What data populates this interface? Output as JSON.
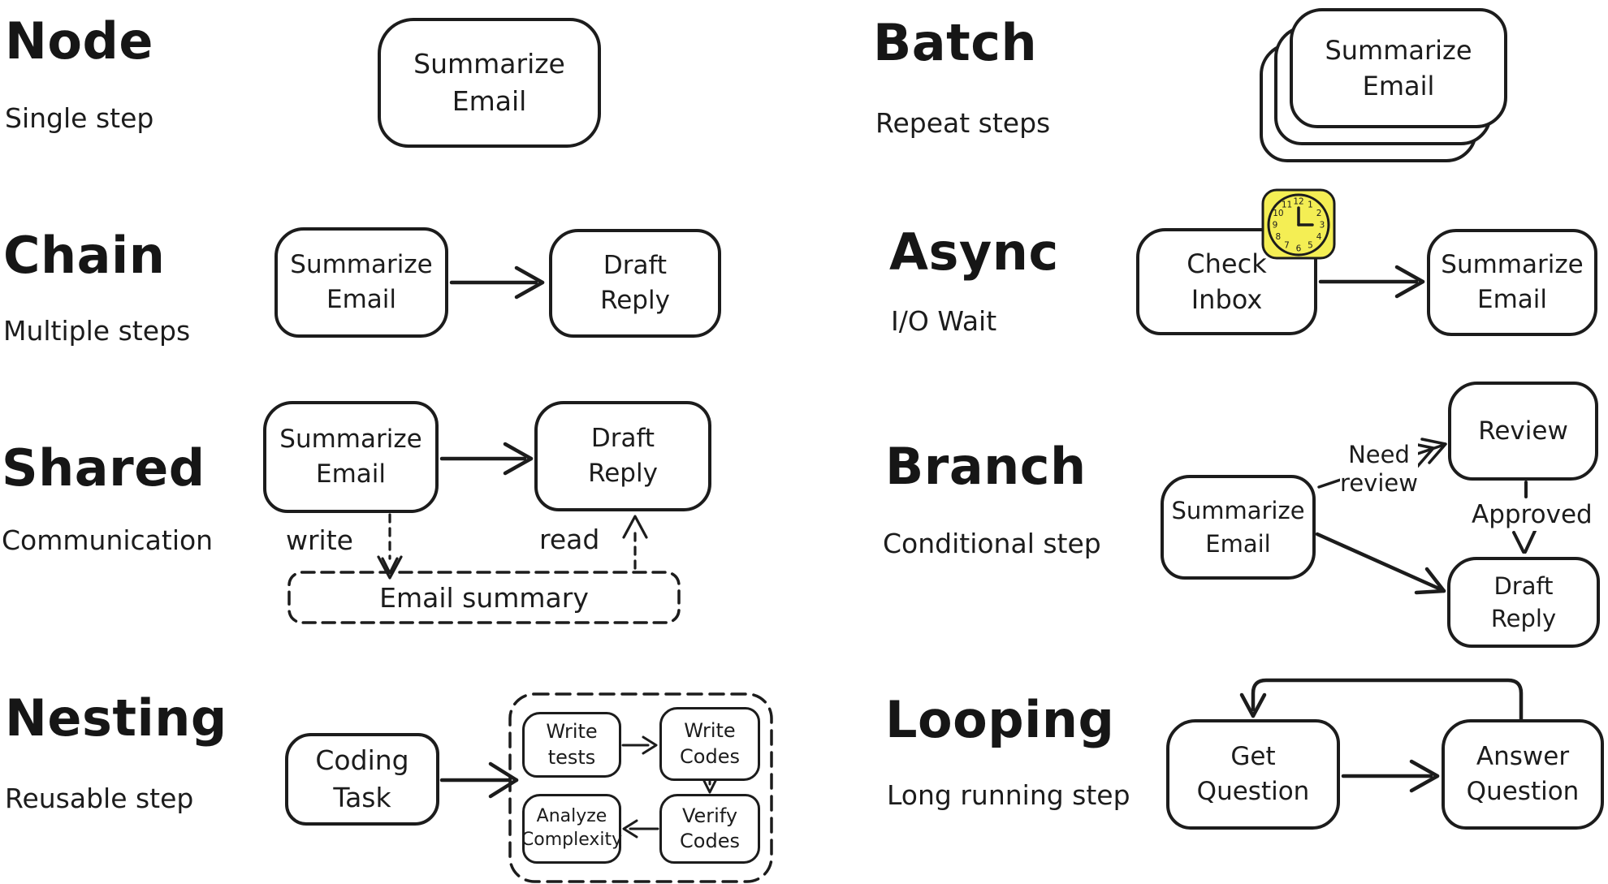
{
  "colors": {
    "ink": "#1c1c1c",
    "clock_fill": "#f4ee54",
    "background": "#ffffff"
  },
  "sections": {
    "node": {
      "title": "Node",
      "subtitle": "Single step",
      "box_label": "Summarize\nEmail"
    },
    "chain": {
      "title": "Chain",
      "subtitle": "Multiple steps",
      "box1_label": "Summarize\nEmail",
      "box2_label": "Draft\nReply"
    },
    "shared": {
      "title": "Shared",
      "subtitle": "Communication",
      "box1_label": "Summarize\nEmail",
      "box2_label": "Draft\nReply",
      "write_label": "write",
      "read_label": "read",
      "store_label": "Email summary"
    },
    "nesting": {
      "title": "Nesting",
      "subtitle": "Reusable step",
      "box_label": "Coding\nTask",
      "inner_box1_label": "Write\ntests",
      "inner_box2_label": "Write\nCodes",
      "inner_box3_label": "Verify\nCodes",
      "inner_box4_label": "Analyze\nComplexity"
    },
    "batch": {
      "title": "Batch",
      "subtitle": "Repeat steps",
      "box_label": "Summarize\nEmail"
    },
    "async": {
      "title": "Async",
      "subtitle": "I/O Wait",
      "box1_label": "Check\nInbox",
      "box2_label": "Summarize\nEmail",
      "clock_numbers": [
        "12",
        "1",
        "2",
        "3",
        "4",
        "5",
        "6",
        "7",
        "8",
        "9",
        "10",
        "11"
      ]
    },
    "branch": {
      "title": "Branch",
      "subtitle": "Conditional step",
      "source_label": "Summarize\nEmail",
      "review_label": "Review",
      "target_label": "Draft\nReply",
      "need_review_label": "Need\nreview",
      "approved_label": "Approved"
    },
    "looping": {
      "title": "Looping",
      "subtitle": "Long running step",
      "box1_label": "Get\nQuestion",
      "box2_label": "Answer\nQuestion"
    }
  }
}
